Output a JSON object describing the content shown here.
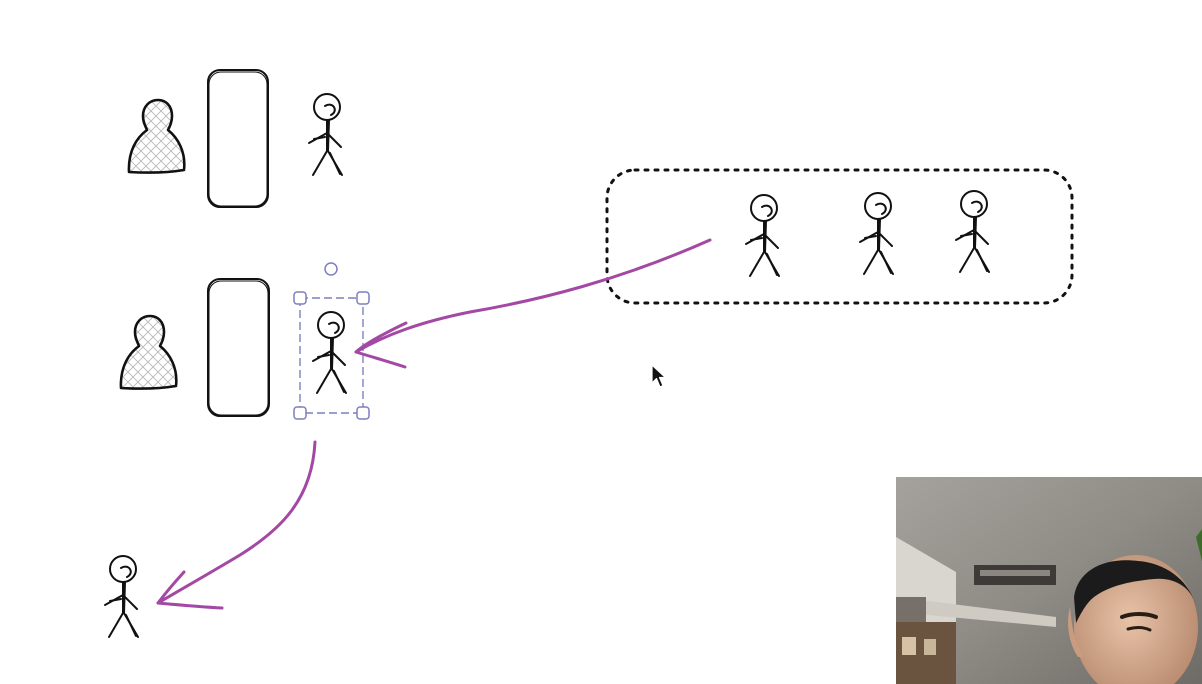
{
  "canvas": {
    "background": "#ffffff",
    "stroke_color": "#111111",
    "annotation_color": "#a349a4",
    "selection_color": "#7d7fc0",
    "figure_fill_pattern": "cross-hatch"
  },
  "objects": {
    "upper_row": [
      "seated-person",
      "tall-rounded-box",
      "stick-figure"
    ],
    "lower_row": [
      "seated-person",
      "tall-rounded-box",
      "stick-figure-selected"
    ],
    "queue_group": {
      "border": "dotted",
      "members": 3
    },
    "bottom_left": [
      "stick-figure"
    ]
  },
  "selection": {
    "target": "stick-figure-selected",
    "handles": 4,
    "rotation_handle": true
  },
  "annotations": [
    {
      "name": "arrow-from-queue-to-selected",
      "style": "freehand"
    },
    {
      "name": "arrow-from-selected-to-bottom-left",
      "style": "freehand"
    }
  ],
  "overlay": {
    "webcam": "presenter-webcam-feed"
  },
  "cursor": {
    "icon": "mouse-pointer-icon"
  }
}
